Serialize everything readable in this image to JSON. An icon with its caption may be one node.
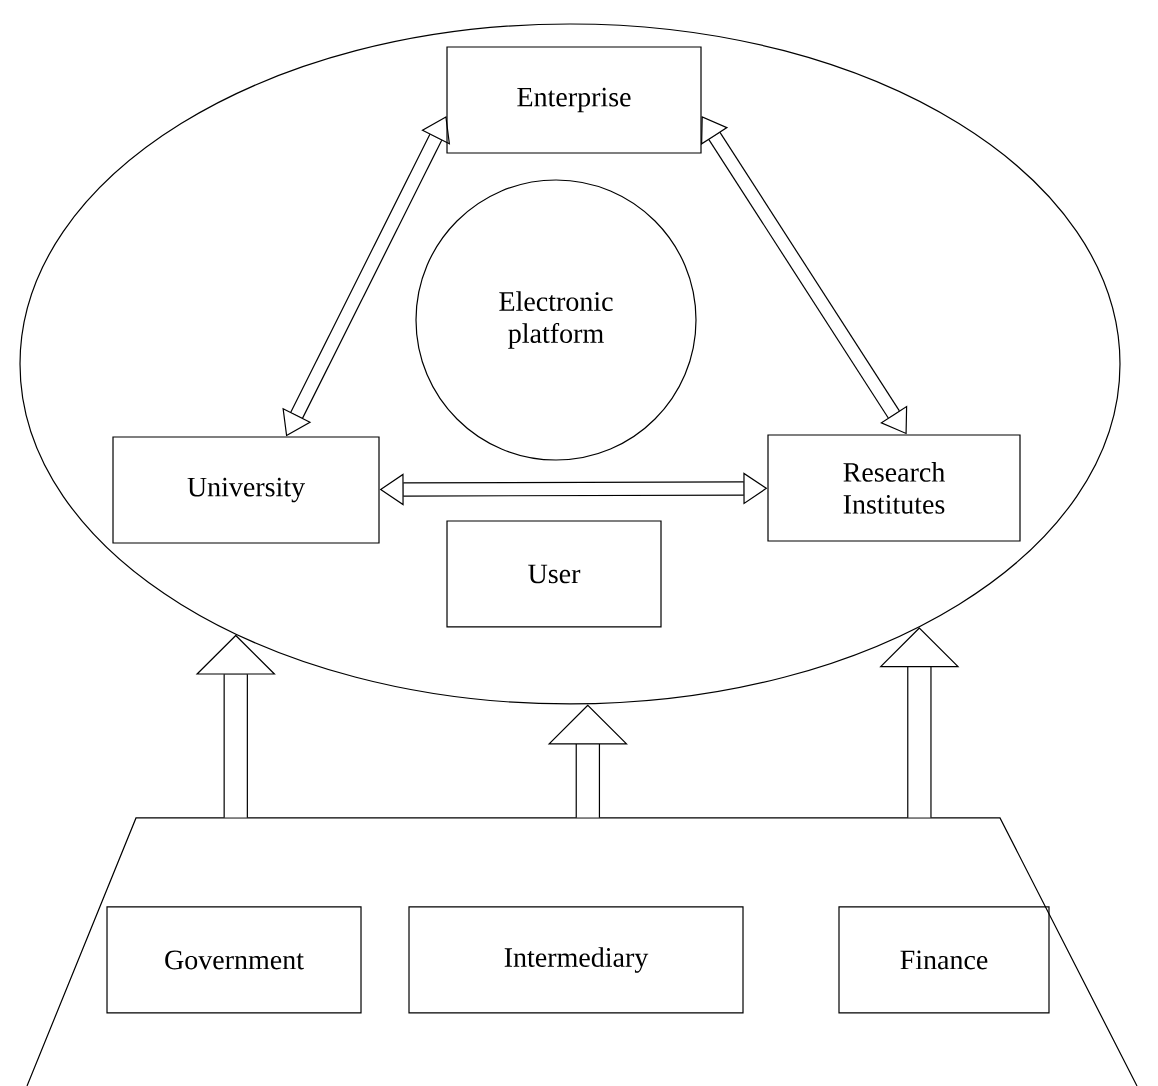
{
  "diagram": {
    "nodes": [
      {
        "text": [],
        "shape": "ellipse"
      },
      {
        "text": [
          "Enterprise"
        ],
        "in": 0
      },
      {
        "text": [
          "Electronic platform"
        ],
        "in": 0
      },
      {
        "text": [
          "University"
        ],
        "in": 0
      },
      {
        "text": [
          "Research Institutes"
        ],
        "in": 0
      },
      {
        "text": [
          "User"
        ],
        "in": 0
      },
      {
        "text": [],
        "shape": "trapezoid"
      },
      {
        "text": [
          "Government"
        ],
        "in": 6
      },
      {
        "text": [
          "Intermediary"
        ],
        "in": 6
      },
      {
        "text": [
          "Finance"
        ],
        "in": 6
      }
    ],
    "edges": [
      {
        "from": 1,
        "to": 3,
        "arrow": "both"
      },
      {
        "from": 1,
        "to": 4,
        "arrow": "both"
      },
      {
        "from": 3,
        "to": 4,
        "arrow": "both"
      },
      {
        "from": 6,
        "to": 0,
        "arrow": "to"
      },
      {
        "from": 6,
        "to": 0,
        "arrow": "to"
      },
      {
        "from": 6,
        "to": 0,
        "arrow": "to"
      }
    ]
  }
}
